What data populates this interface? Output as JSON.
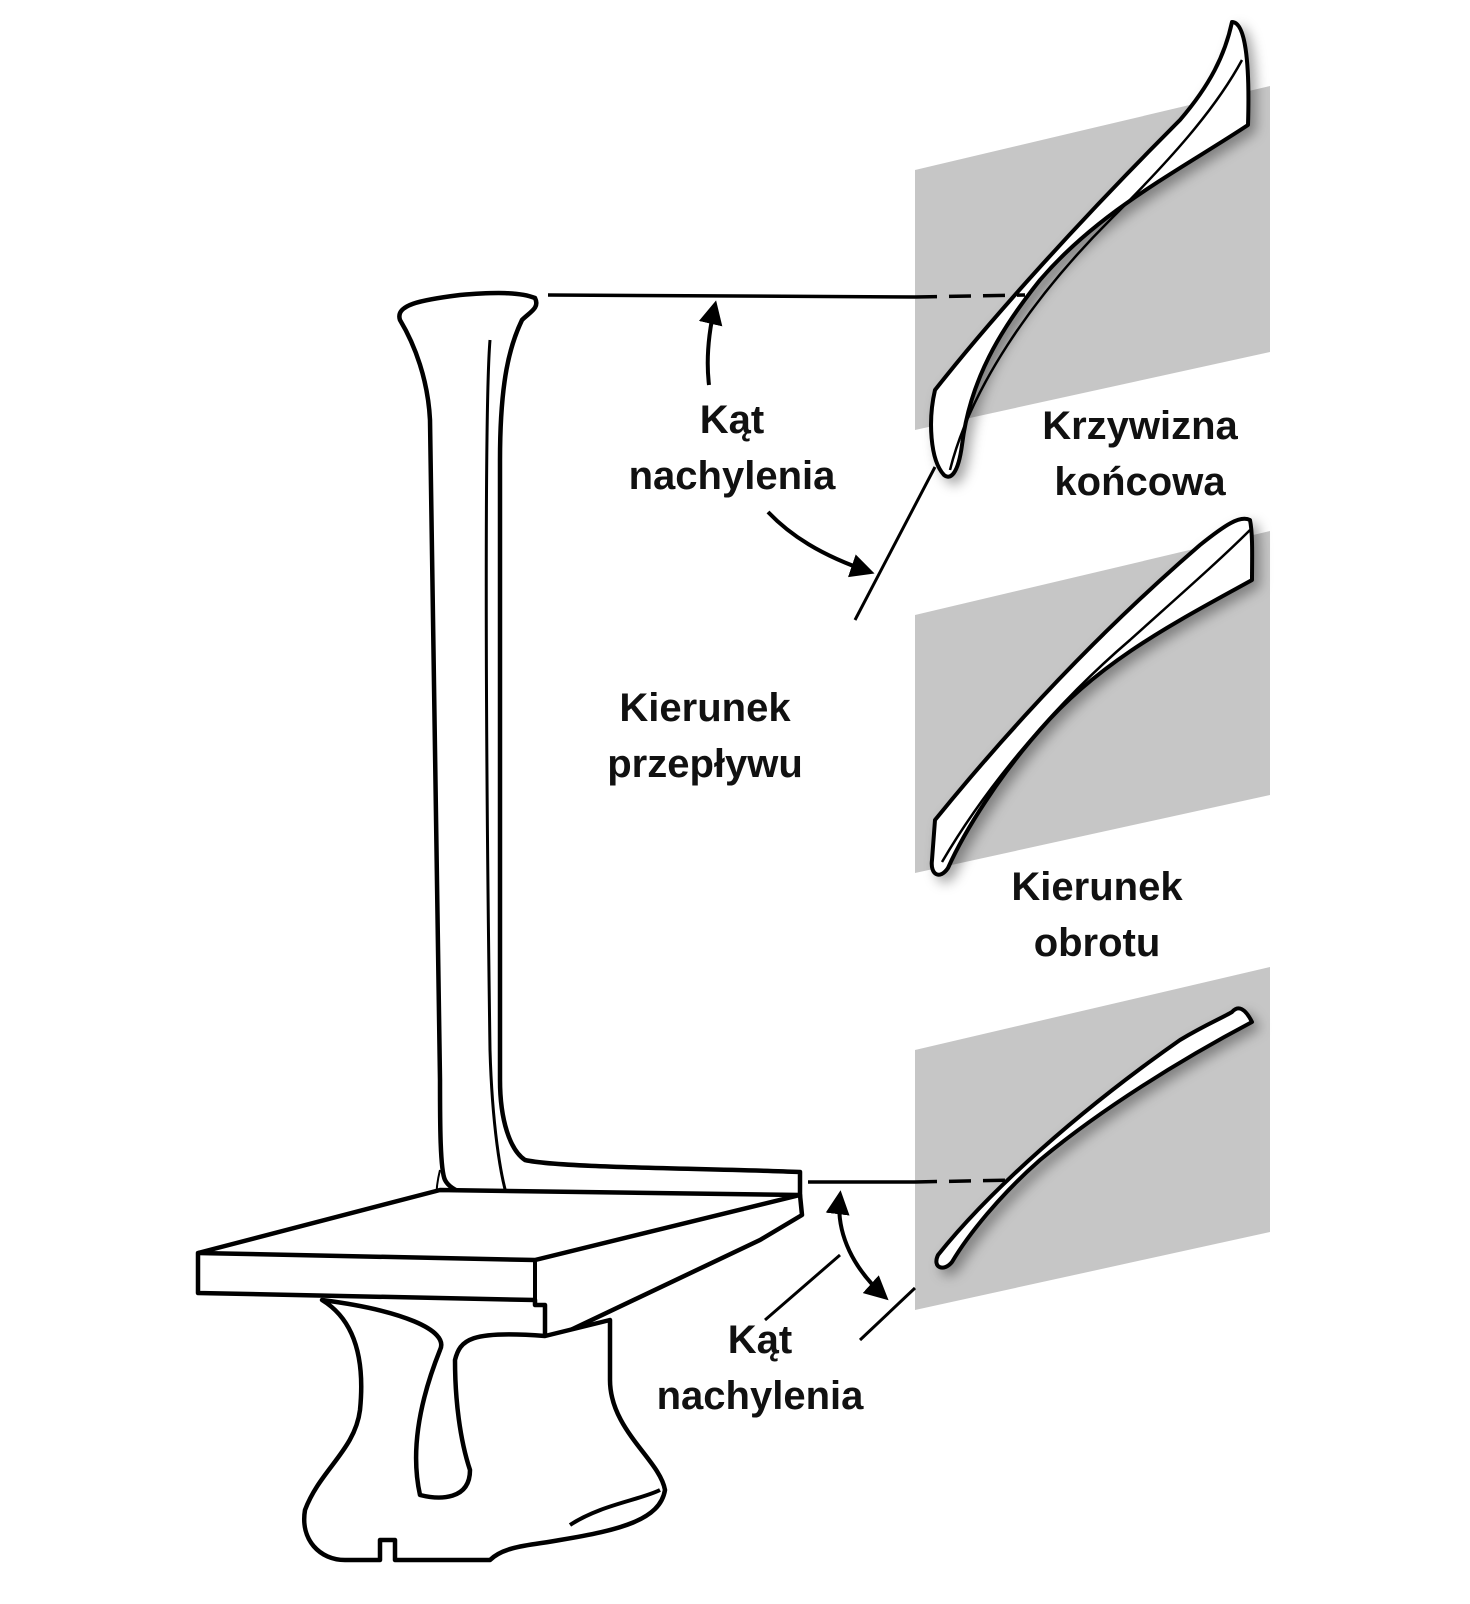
{
  "colors": {
    "panel": "#c6c6c6",
    "outline": "#000000",
    "blade_fill": "#ffffff",
    "text": "#111111"
  },
  "labels": {
    "tip_angle": {
      "line1": "Kąt",
      "line2": "nachylenia"
    },
    "root_angle": {
      "line1": "Kąt",
      "line2": "nachylenia"
    },
    "tip_curvature": {
      "line1": "Krzywizna",
      "line2": "końcowa"
    },
    "flow_direction": {
      "line1": "Kierunek",
      "line2": "przepływu"
    },
    "rotation_direction": {
      "line1": "Kierunek",
      "line2": "obrotu"
    }
  }
}
